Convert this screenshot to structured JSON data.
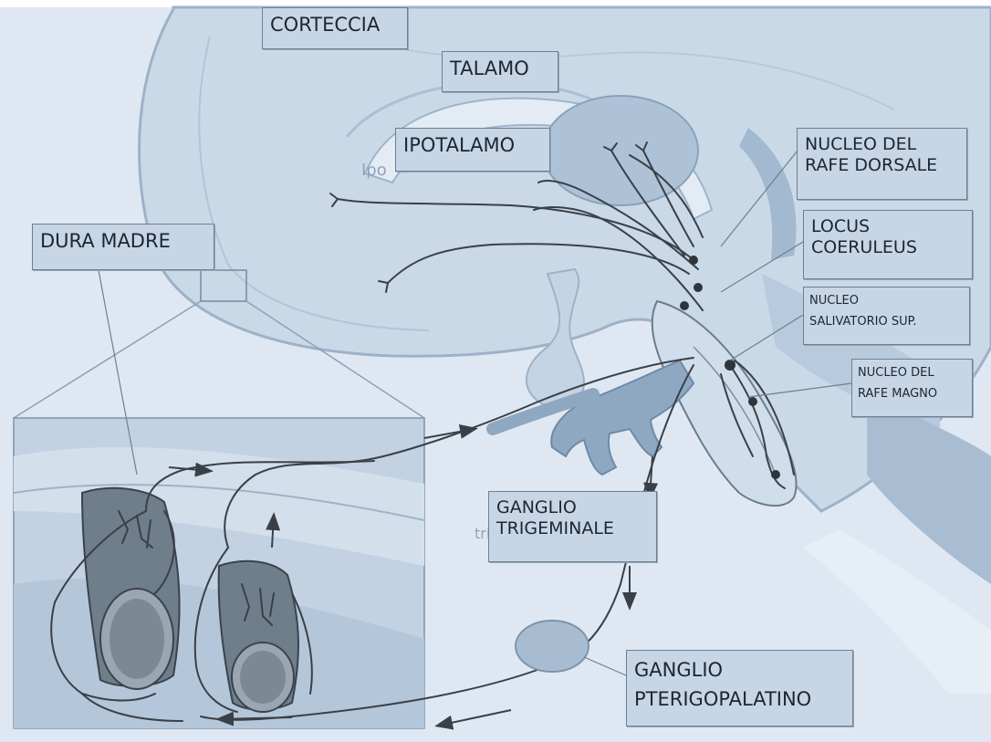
{
  "labels": {
    "corteccia": "CORTECCIA",
    "talamo": "TALAMO",
    "ipotalamo": "IPOTALAMO",
    "dura_madre": "DURA MADRE",
    "nucleo_rafe_dorsale": [
      "NUCLEO DEL",
      "RAFE DORSALE"
    ],
    "locus_coeruleus": [
      "LOCUS",
      "COERULEUS"
    ],
    "nucleo_salivatorio": [
      "NUCLEO",
      "SALIVATORIO SUP."
    ],
    "nucleo_rafe_magno": [
      "NUCLEO DEL",
      "RAFE MAGNO"
    ],
    "ganglio_trigeminale": [
      "GANGLIO",
      "TRIGEMINALE"
    ],
    "ganglio_pterigopalatino": [
      "GANGLIO",
      "PTERIGOPALATINO"
    ]
  },
  "background_text": {
    "ipo_fragment": "Ipo",
    "trig_fragment": "trig"
  },
  "colors": {
    "background_tint": "#dbe6f1",
    "brain_fill": "#c9d8e8",
    "deep_structure": "#a9bdd3",
    "label_fill": "#c7d6e6",
    "nerve_fiber": "#3a4048",
    "vessel_fill": "#7f8c97"
  }
}
